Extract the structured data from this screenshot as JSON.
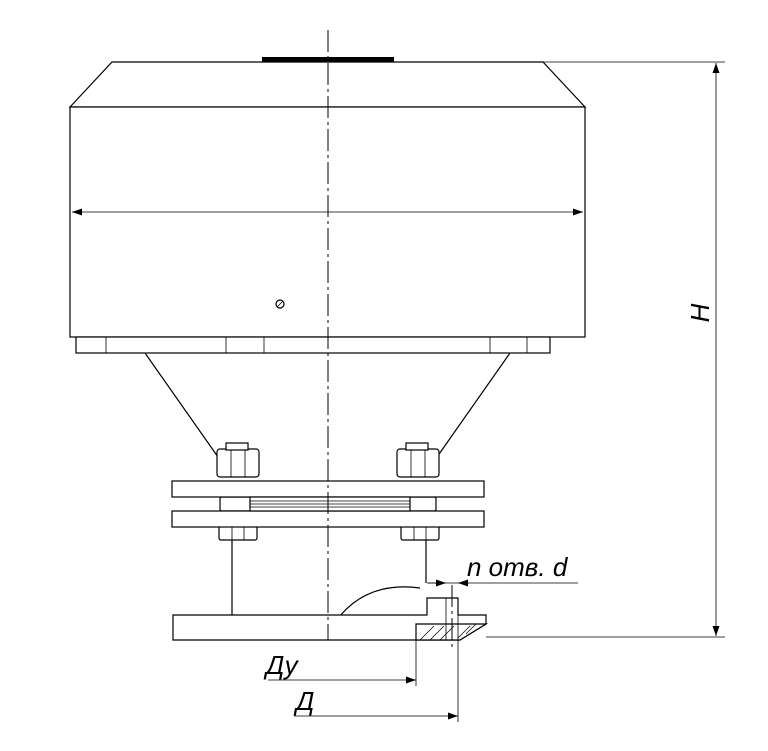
{
  "labels": {
    "height": "H",
    "holes": "n отв. d",
    "nominal_diameter": "Ду",
    "outer_diameter": "Д"
  },
  "colors": {
    "line": "#000000",
    "background": "#ffffff"
  }
}
